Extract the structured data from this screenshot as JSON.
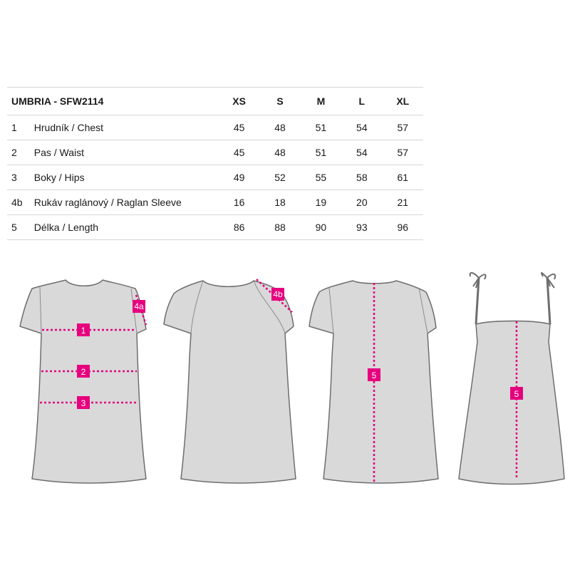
{
  "table": {
    "product": "UMBRIA - SFW2114",
    "sizes": [
      "XS",
      "S",
      "M",
      "L",
      "XL"
    ],
    "rows": [
      {
        "num": "1",
        "label": "Hrudník / Chest",
        "values": [
          "45",
          "48",
          "51",
          "54",
          "57"
        ]
      },
      {
        "num": "2",
        "label": "Pas / Waist",
        "values": [
          "45",
          "48",
          "51",
          "54",
          "57"
        ]
      },
      {
        "num": "3",
        "label": "Boky / Hips",
        "values": [
          "49",
          "52",
          "55",
          "58",
          "61"
        ]
      },
      {
        "num": "4b",
        "label": "Rukáv raglánový / Raglan Sleeve",
        "values": [
          "16",
          "18",
          "19",
          "20",
          "21"
        ]
      },
      {
        "num": "5",
        "label": "Délka / Length",
        "values": [
          "86",
          "88",
          "90",
          "93",
          "96"
        ]
      }
    ]
  },
  "markers": {
    "chest": "1",
    "waist": "2",
    "hips": "3",
    "sleeve_a": "4a",
    "sleeve_b": "4b",
    "length_back": "5",
    "length_strap": "5"
  },
  "colors": {
    "garment_fill": "#d9d9d9",
    "garment_stroke": "#6e6e6e",
    "marker": "#e6007e",
    "rule": "#d6d6d6"
  }
}
